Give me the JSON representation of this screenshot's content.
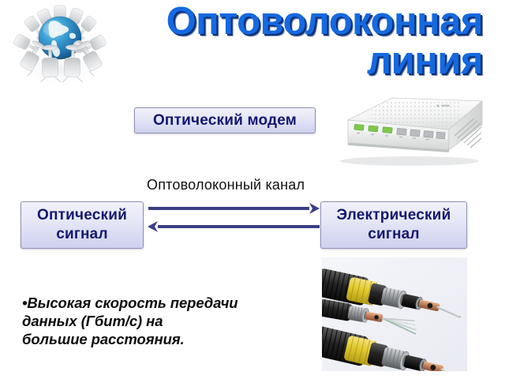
{
  "slide": {
    "background_color": "#ffffff",
    "title": "Оптоволоконная\nлиния",
    "title_color": "#1569e0",
    "title_shadow_color": "#0b2f75"
  },
  "illustration": {
    "globe_meeting": {
      "name": "globe-meeting-table-illustration",
      "globe_color": "#2a86c8",
      "chair_color": "#d4d6d8",
      "chair_count": 10
    }
  },
  "boxes": {
    "modem": {
      "label": "Оптический модем",
      "text_color": "#14186e",
      "fill_top": "#f0f1fa",
      "fill_bottom": "#cfd1ef",
      "border_color": "#8f92b8"
    },
    "optical_signal": {
      "label": "Оптический\nсигнал",
      "text_color": "#14186e",
      "fill_top": "#f0f1fa",
      "fill_bottom": "#cfd1ef",
      "border_color": "#8f92b8"
    },
    "electric_signal": {
      "label": "Электрический\nсигнал",
      "text_color": "#14186e",
      "fill_top": "#f0f1fa",
      "fill_bottom": "#cfd1ef",
      "border_color": "#8f92b8"
    }
  },
  "channel": {
    "label": "Оптоволоконный канал",
    "label_color": "#111111",
    "arrow_color": "#3b3f86",
    "arrows": [
      {
        "name": "arrow-right",
        "direction": "right"
      },
      {
        "name": "arrow-left",
        "direction": "left"
      }
    ]
  },
  "photos": {
    "modem_device": {
      "name": "optical-modem-device-photo",
      "body_color": "#f2f3f2",
      "led_color": "#7ec84b",
      "port_color": "#b9bcbe"
    },
    "fiber_cable": {
      "name": "fiber-optic-cable-photo",
      "jacket_yellow": "#e8cf3c",
      "jacket_black": "#2b2b2b",
      "armor_gray": "#9a9a9a",
      "core_copper": "#c88a5e",
      "cable_count": 3
    }
  },
  "bullets": {
    "text": "•Высокая скорость передачи\nданных (Гбит/с) на\nбольшие расстояния.",
    "color": "#0d0d0d"
  }
}
